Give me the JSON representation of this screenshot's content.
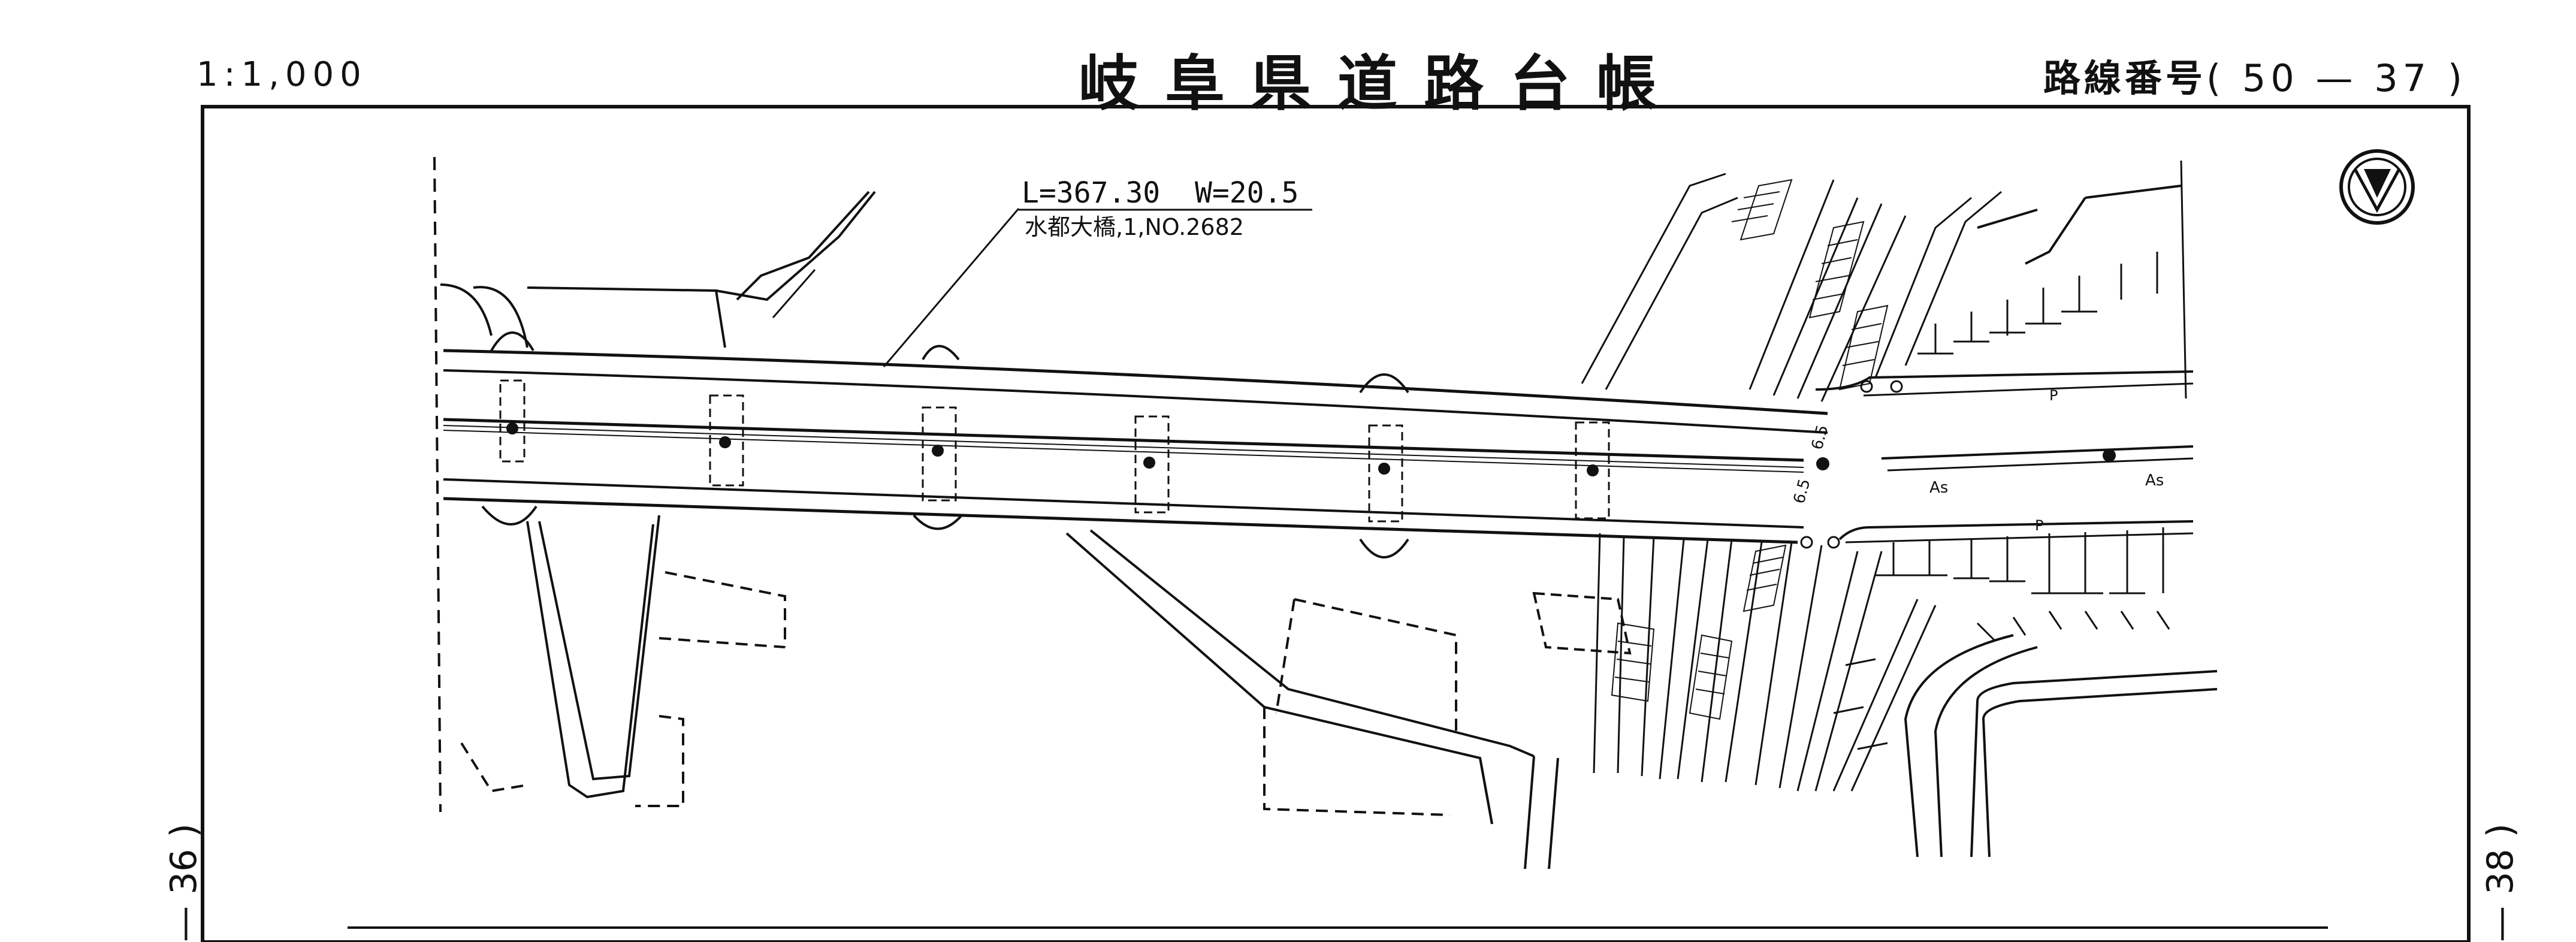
{
  "sheet": {
    "scale": "1:1,000",
    "title": "岐阜県道路台帳",
    "route_label": "路線番号",
    "route_number": "( 50 — 37 )",
    "prev_sheet": "— 36 )",
    "next_sheet": "— 38 )"
  },
  "map": {
    "bridge_dims": "L=367.30  W=20.5",
    "bridge_name": "水都大橋,1,NO.2682",
    "width_label_1": "6.5",
    "width_label_2": "6.5",
    "surface_label_1": "As",
    "surface_label_2": "As",
    "parking_label_1": "P",
    "parking_label_2": "P",
    "north_arrow": "north-arrow-icon"
  }
}
